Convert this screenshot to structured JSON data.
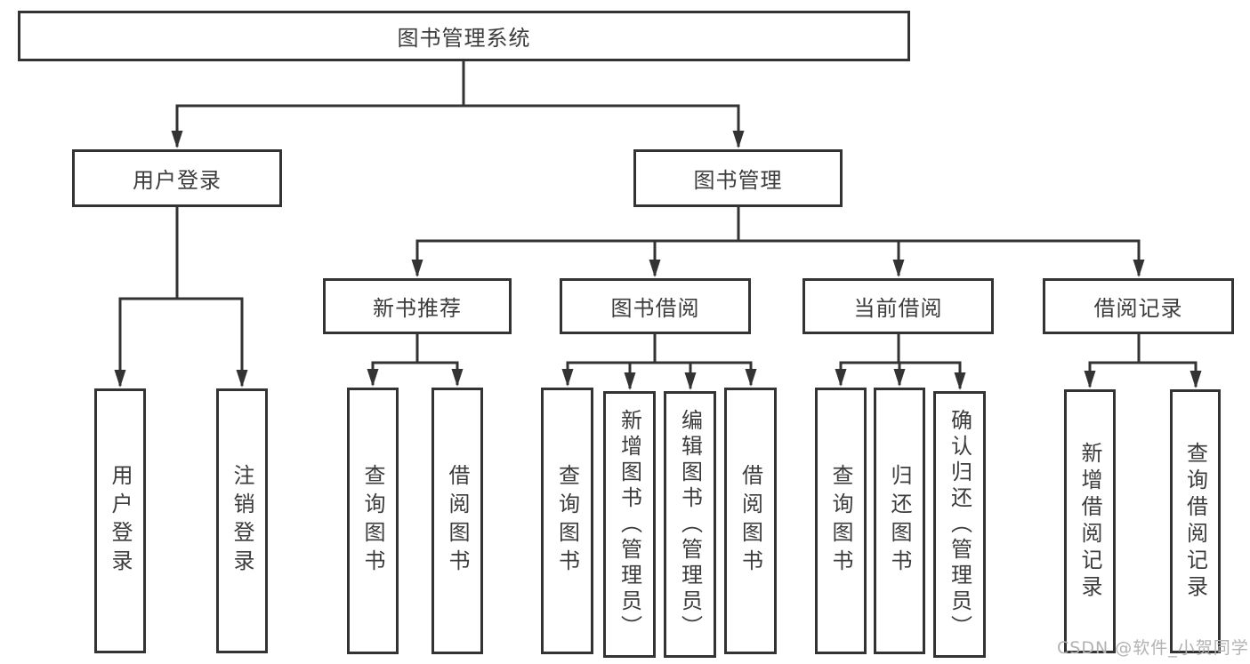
{
  "diagram": {
    "type": "tree-structure-chart",
    "nodes": {
      "root": "图书管理系统",
      "user_login_group": "用户登录",
      "book_mgmt": "图书管理",
      "new_book_rec": "新书推荐",
      "book_borrow": "图书借阅",
      "current_borrow": "当前借阅",
      "borrow_records": "借阅记录",
      "user_login": "用户登录",
      "logout_login": "注销登录",
      "nbr_query_book": "查询图书",
      "nbr_borrow_book": "借阅图书",
      "bb_query_book": "查询图书",
      "bb_add_book": "新增图书（管理员）",
      "bb_edit_book": "编辑图书（管理员）",
      "bb_borrow_book": "借阅图书",
      "cb_query_book": "查询图书",
      "cb_return_book": "归还图书",
      "cb_confirm_return": "确认归还（管理员）",
      "br_add_record": "新增借阅记录",
      "br_query_record": "查询借阅记录"
    },
    "hierarchy": {
      "root": [
        "user_login_group",
        "book_mgmt"
      ],
      "user_login_group": [
        "user_login",
        "logout_login"
      ],
      "book_mgmt": [
        "new_book_rec",
        "book_borrow",
        "current_borrow",
        "borrow_records"
      ],
      "new_book_rec": [
        "nbr_query_book",
        "nbr_borrow_book"
      ],
      "book_borrow": [
        "bb_query_book",
        "bb_add_book",
        "bb_edit_book",
        "bb_borrow_book"
      ],
      "current_borrow": [
        "cb_query_book",
        "cb_return_book",
        "cb_confirm_return"
      ],
      "borrow_records": [
        "br_add_record",
        "br_query_record"
      ]
    },
    "colors": {
      "line": "#333333",
      "box_border": "#333333",
      "box_fill": "#ffffff",
      "text": "#3c3c3c",
      "watermark_text": "#b2b2b2",
      "background": "#ffffff"
    }
  },
  "watermark": "CSDN @软件_小贺同学"
}
